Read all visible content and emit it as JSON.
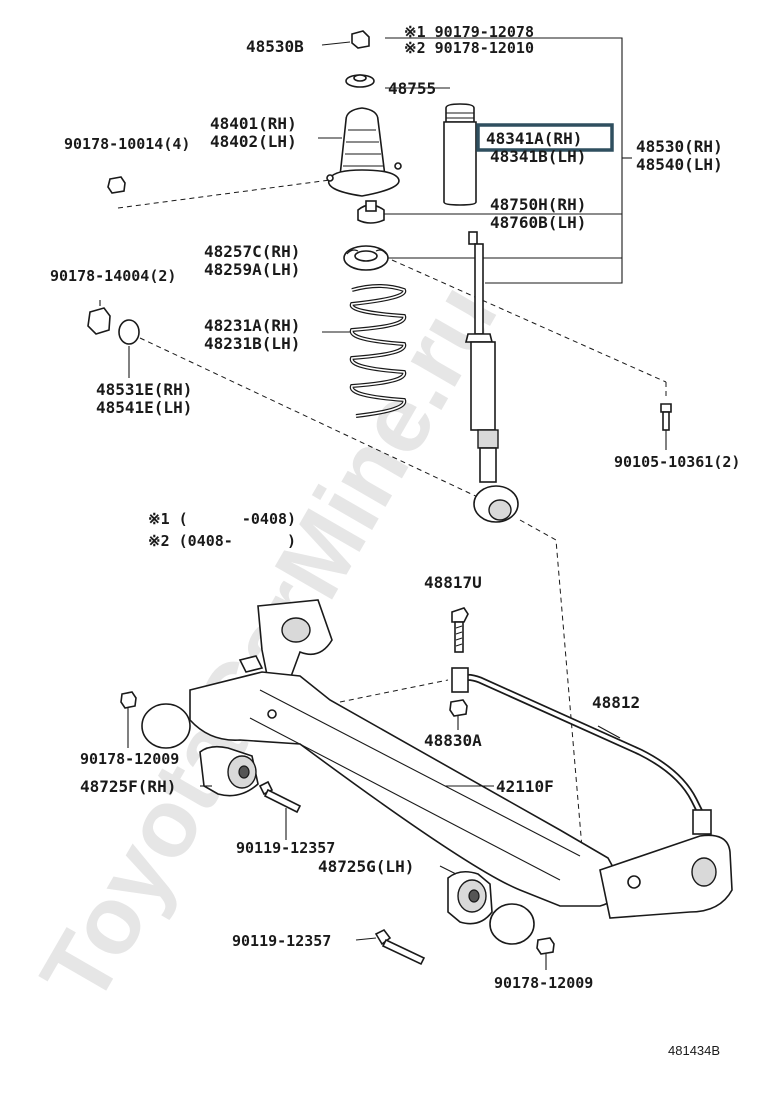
{
  "watermark": "ToyotaCarMine.ru",
  "diagram_id": "481434B",
  "notes": {
    "note1": "※1 (      -0408)",
    "note2": "※2 (0408-      )"
  },
  "labels": {
    "p90179_12078": "※1 90179-12078",
    "p90178_12010": "※2 90178-12010",
    "p48530B": "48530B",
    "p48755": "48755",
    "p48401": "48401(RH)",
    "p48402": "48402(LH)",
    "p90178_10014": "90178-10014(4)",
    "p48341A": "48341A(RH)",
    "p48341B": "48341B(LH)",
    "p48530": "48530(RH)",
    "p48540": "48540(LH)",
    "p48750H": "48750H(RH)",
    "p48760B": "48760B(LH)",
    "p48257C": "48257C(RH)",
    "p48259A": "48259A(LH)",
    "p90178_14004": "90178-14004(2)",
    "p48231A": "48231A(RH)",
    "p48231B": "48231B(LH)",
    "p48531E": "48531E(RH)",
    "p48541E": "48541E(LH)",
    "p90105_10361": "90105-10361(2)",
    "p48817U": "48817U",
    "p48812": "48812",
    "p48830A": "48830A",
    "p90178_12009a": "90178-12009",
    "p48725F": "48725F(RH)",
    "p42110F": "42110F",
    "p90119_12357a": "90119-12357",
    "p48725G": "48725G(LH)",
    "p90119_12357b": "90119-12357",
    "p90178_12009b": "90178-12009"
  }
}
